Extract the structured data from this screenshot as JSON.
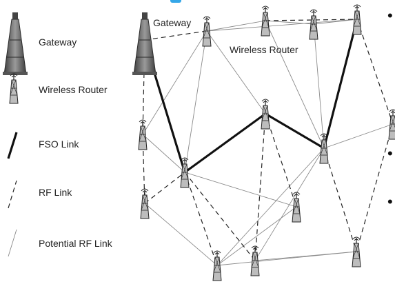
{
  "legend": {
    "gateway_label": "Gateway",
    "router_label": "Wireless Router",
    "fso_label": "FSO Link",
    "rf_label": "RF Link",
    "potential_label": "Potential RF Link"
  },
  "labels": {
    "gateway": "Gateway",
    "wireless_router": "Wireless Router"
  },
  "side_bullets": [
    "•",
    "•",
    "•"
  ],
  "colors": {
    "accent": "#35a7e8",
    "line": "#222222",
    "potential_line": "#8a8a8a",
    "tower_dark": "#4a4a4a",
    "tower_light": "#a9a9a9"
  },
  "icons": {
    "gateway": "gateway-tower-icon",
    "router": "wireless-router-icon"
  }
}
